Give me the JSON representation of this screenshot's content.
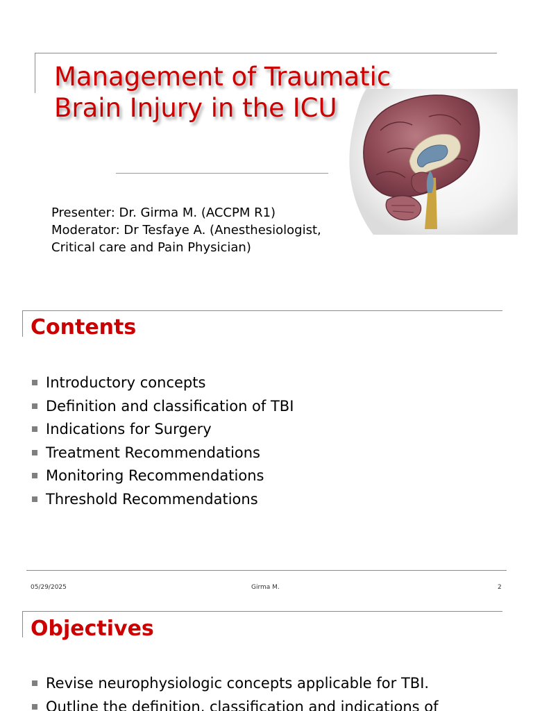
{
  "slide1": {
    "title_line1": "Management of Traumatic",
    "title_line2": "Brain Injury in the ICU",
    "presenter": "Presenter: Dr. Girma M. (ACCPM R1)",
    "moderator_line1": "Moderator: Dr Tesfaye  A. (Anesthesiologist,",
    "moderator_line2": "Critical care and Pain Physician)"
  },
  "slide2": {
    "heading": "Contents",
    "items": [
      "Introductory concepts",
      "Definition and classification of TBI",
      "Indications for Surgery",
      "Treatment Recommendations",
      "Monitoring Recommendations",
      "Threshold Recommendations"
    ],
    "footer": {
      "date": "05/29/2025",
      "author": "Girma M.",
      "page": "2"
    }
  },
  "slide3": {
    "heading": "Objectives",
    "items": [
      "Revise neurophysiologic concepts applicable for TBI.",
      "Outline the definition, classification and indications of"
    ]
  },
  "colors": {
    "accent": "#cc0000",
    "rule": "#8a8a8a",
    "bullet": "#7f7f7f"
  },
  "icons": {
    "brain_image": "brain-sagittal-section-illustration",
    "bullet": "square-bullet-icon"
  }
}
